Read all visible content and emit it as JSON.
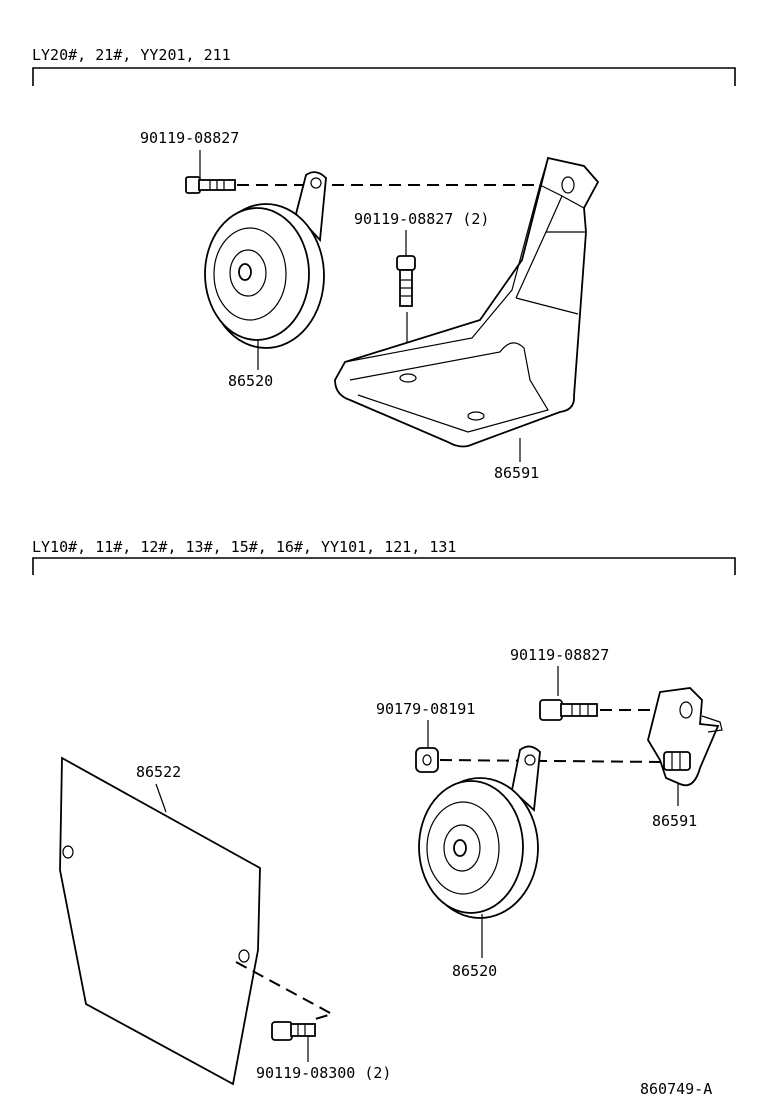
{
  "sections": [
    {
      "header": "LY20#, 21#, YY201, 211",
      "labels": {
        "bolt_a": "90119-08827",
        "bolt_b": "90119-08827 (2)",
        "horn": "86520",
        "bracket": "86591"
      }
    },
    {
      "header": "LY10#, 11#, 12#, 13#, 15#, 16#, YY101, 121, 131",
      "labels": {
        "bolt": "90119-08827",
        "collar": "90179-08191",
        "cover": "86522",
        "bracket": "86591",
        "horn": "86520",
        "cover_bolt": "90119-08300 (2)"
      }
    }
  ],
  "figure_id": "860749-A"
}
